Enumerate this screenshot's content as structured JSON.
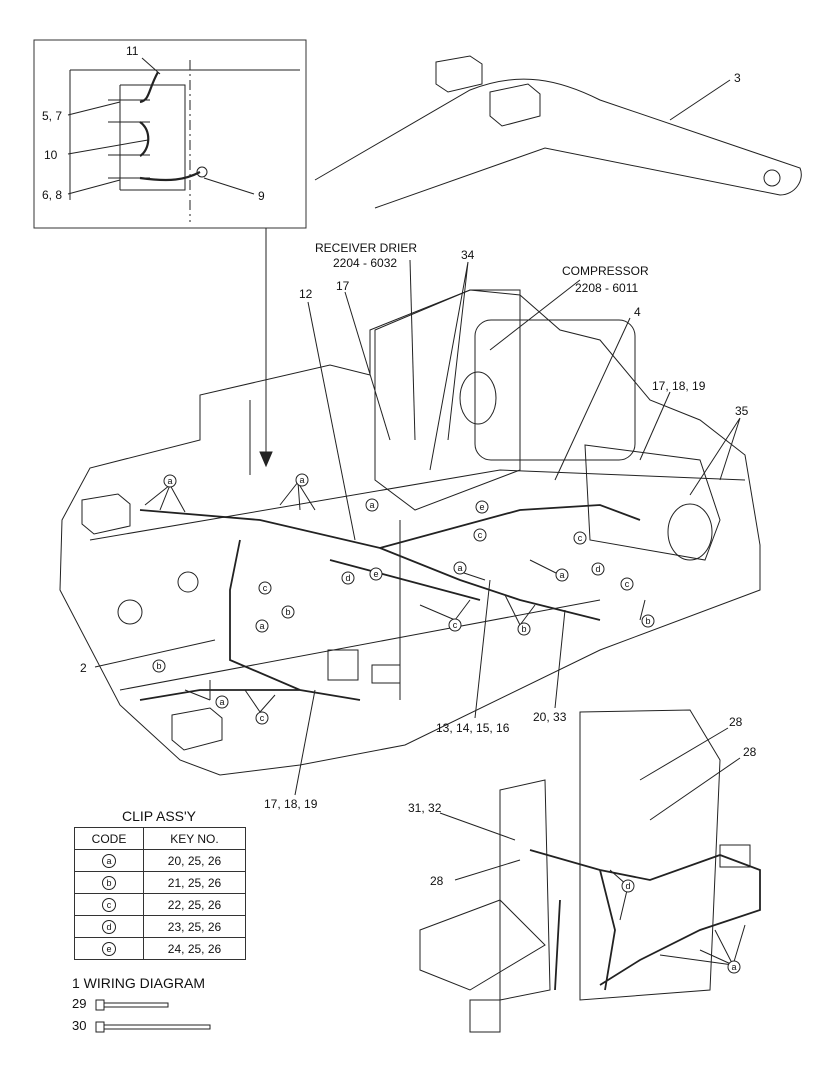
{
  "callouts": {
    "n11": "11",
    "n5_7": "5, 7",
    "n10": "10",
    "n6_8": "6, 8",
    "n9": "9",
    "n3": "3",
    "receiver_drier": "RECEIVER DRIER",
    "receiver_drier_part": "2204 - 6032",
    "n34": "34",
    "compressor": "COMPRESSOR",
    "compressor_part": "2208 - 6011",
    "n12": "12",
    "n17": "17",
    "n4": "4",
    "n17_18_19_top": "17, 18, 19",
    "n35": "35",
    "n2": "2",
    "n13_16": "13, 14, 15, 16",
    "n20_33": "20, 33",
    "n17_18_19_bottom": "17, 18, 19",
    "n28_a": "28",
    "n28_b": "28",
    "n31_32": "31, 32",
    "n28_c": "28",
    "n29": "29",
    "n30": "30"
  },
  "clip_table": {
    "title": "CLIP ASS'Y",
    "headers": [
      "CODE",
      "KEY NO."
    ],
    "rows": [
      {
        "code": "a",
        "keys": "20, 25, 26"
      },
      {
        "code": "b",
        "keys": "21, 25, 26"
      },
      {
        "code": "c",
        "keys": "22, 25, 26"
      },
      {
        "code": "d",
        "keys": "23, 25, 26"
      },
      {
        "code": "e",
        "keys": "24, 25, 26"
      }
    ]
  },
  "wiring_diagram_label": "1  WIRING DIAGRAM",
  "clip_markers": [
    "a",
    "b",
    "c",
    "d",
    "e"
  ]
}
